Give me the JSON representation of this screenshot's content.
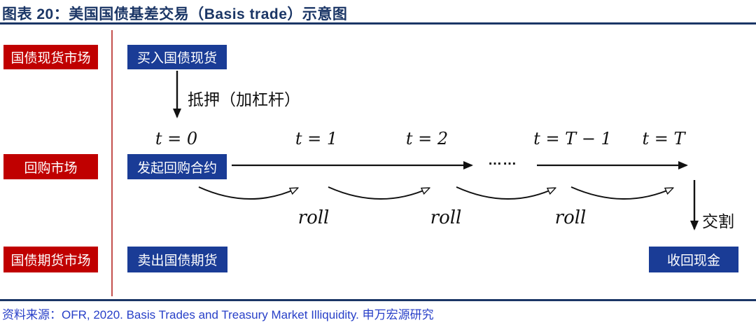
{
  "header": {
    "title": "图表 20：美国国债基差交易（Basis trade）示意图"
  },
  "markets": [
    "国债现货市场",
    "回购市场",
    "国债期货市场"
  ],
  "nodes": {
    "buy_spot": "买入国债现货",
    "repo_contract": "发起回购合约",
    "sell_futures": "卖出国债期货",
    "receive_cash": "收回现金"
  },
  "timeline": {
    "ticks": [
      "t = 0",
      "t = 1",
      "t = 2",
      "t = T − 1",
      "t = T"
    ],
    "ellipsis": "……"
  },
  "annotations": {
    "pledge": "抵押（加杠杆）",
    "delivery": "交割",
    "rolls": [
      "roll",
      "roll",
      "roll"
    ]
  },
  "footer": {
    "source": "资料来源：OFR, 2020. Basis Trades and Treasury Market Illiquidity.  申万宏源研究"
  },
  "colors": {
    "title_navy": "#1B3666",
    "red_box": "#C00000",
    "blue_box": "#1A3C96",
    "divider_red": "#C4504E",
    "source_blue": "#2840C8",
    "arrow_black": "#111111"
  }
}
